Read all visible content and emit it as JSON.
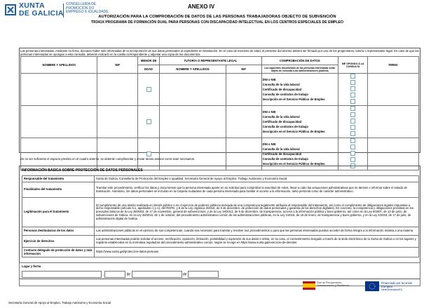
{
  "header": {
    "org_name_line1": "XUNTA",
    "org_name_line2": "DE GALICIA",
    "dept_line1": "CONSELLERÍA DE",
    "dept_line2": "PROMOCIÓN DO",
    "dept_line3": "EMPREGO E IGUALDADE",
    "annex": "ANEXO IV",
    "title1": "AUTORIZACIÓN PARA LA COMPROBACIÓN DE DATOS DE LAS PERSONAS TRABAJADORAS OBJECTO DE SUBVENCIÓN",
    "title2": "TR341X PROGRAMA DE FORMACIÓN DUAL PARA PERSONAS CON DISCAPACIDAD INTELECTUAL EN LOS CENTROS ESPECIALES DE EMPLEO"
  },
  "intro_text": "Las personas interesadas, mediante su firma, declaran haber sido informadas de la incorporación de sus datos personales al expediente en tramitación. En el caso de menores de edad, el presente documento deberá ser firmado por uno de los progenitores, tutor/a o representante legal. En caso de que las personas interesadas se opongan a esta consulta, deberán indicarlo en la casilla correspondiente y adjuntar una copia de los documentos.",
  "table": {
    "col_name": "NOMBRE Y APELLIDOS",
    "col_nif": "NIF",
    "col_minor": "MENOR DE",
    "col_age": "EDAD",
    "col_tutor": "TUTOR/A O REPRESENTANTE LEGAL",
    "col_tutor_name": "NOMBRE Y APELLIDOS",
    "col_tutor_nif": "NIF",
    "col_check": "COMPROBACIÓN DE DATOS",
    "col_check_desc": "Los siguientes documentos de las personas interesadas serán objeto de consulta a las administraciones públicas",
    "col_oppose": "ME OPONGO A LA CONSULTA",
    "col_sign": "FIRMA",
    "docs": [
      "DNI o NIE",
      "Consulta de la vida laboral",
      "Certificado de discapacidad",
      "Consulta de contratos de trabajo",
      "Inscripción en el Servicio Público de Empleo"
    ]
  },
  "note_more": "De no ser suficiente el espacio previsto en el cuadro anterior, se deberán cumplimentar y enviar tantos anexos como sean necesarios.",
  "info": {
    "title": "INFORMACIÓN BÁSICA SOBRE PROTECCIÓN DE DATOS PERSONALES",
    "rows": [
      {
        "k": "Responsable del tratamiento",
        "v": "Xunta de Galicia. Consellería de Promoción del Empleo e Igualdad. Secretaría General de Apoyo al Empleo, Trabajo Autónomo y Economía Social."
      },
      {
        "k": "Finalidades del tratamiento",
        "v": "Tramitar este procedimiento, verificar los datos y documentos que la persona interesada aporte en su solicitud para comprobar la exactitud de estos, llevar a cabo las actuaciones administrativas que se deriven e informar sobre el estado de tramitación. Asimismo, los datos personales se incluirán en la Carpeta ciudadana de cada persona interesada para facilitar el acceso a la información, tanto personal como de carácter administrativo."
      },
      {
        "k": "Legitimación para el tratamiento",
        "v": "El cumplimiento de una misión realizada en interés público o en el ejercicio de poderes públicos derivada de una competencia legalmente atribuida al responsable del tratamiento, así como el cumplimiento de obligaciones legales impuestas a dicho responsable (artículo 6.1, apartados c) y e), del RGPD, y 8 de la Ley orgánica 3/2018, de 5 de diciembre, de protección de datos personales y garantía de los derechos digitales). En concreto, la competencia y obligaciones previstas en los preceptos básicos de la Ley 38/2003, de 17 de noviembre, general de subvenciones, y de la Ley 19/2013, de 9 de diciembre, de transparencia, acceso a la información pública y buen gobierno, así como en la Ley 9/2007, de 13 de junio, de subvenciones de Galicia, en la Ley 39/2015, de 1 de octubre, del procedimiento administrativo común de las administraciones públicas, en la Ley 1/2016, de 18 de enero, de transparencia y buen gobierno, y en la Ley 4/2019, de 17 de julio, de administración digital de Galicia."
      },
      {
        "k": "Personas destinatarias de los datos",
        "v": "Las administraciones públicas en el ejercicio de sus competencias, cuando sea necesario para tramitar y resolver sus procedimientos o para que las personas interesadas puedan acceder de forma íntegra a la información relativa a una materia"
      },
      {
        "k": "Ejercicio de derechos",
        "v": "Las personas interesadas podrán solicitar el acceso, rectificación, oposición, limitación, portabilidad y supresión de sus datos o retirar, en su caso, el consentimiento otorgado a través de la sede electrónica de la Xunta de Galicia o en los lugares y registros establecidos en la normativa reguladora del procedimiento administrativo común, según se recoge en https://www.xunta.gal/exercicio-de-dereitos"
      },
      {
        "k": "Contacto delegado de protección de datos y más información",
        "v": "https://www.xunta.gal/proteccion-datos-persoais"
      }
    ]
  },
  "place_date": {
    "label": "Lugar y fecha",
    "comma": ",",
    "de1": "de",
    "de2": "de"
  },
  "funding": {
    "plan": "Plan de Recuperación, Transformación y Resiliencia",
    "eu": "Financiado por la Unión Europea",
    "eu_sub": "NextGenerationEU"
  },
  "footer": "Secretaría General de Apoyo al Empleo, Trabajo Autónomo y Economía Social"
}
